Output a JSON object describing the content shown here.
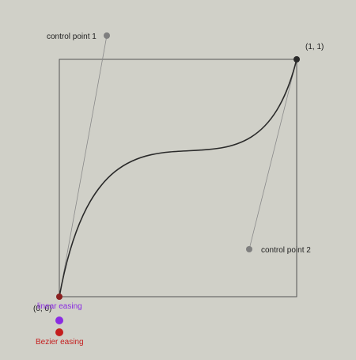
{
  "labels": {
    "control_point_1": "control point 1",
    "control_point_2": "control point 2",
    "origin": "(0, 0)",
    "end": "(1, 1)",
    "linear_easing": "linear easing",
    "bezier_easing": "Bezier easing"
  },
  "curve": {
    "start": [
      0,
      0
    ],
    "control_point_1": [
      0.2,
      1.1
    ],
    "control_point_2": [
      0.8,
      0.2
    ],
    "end": [
      1,
      1
    ]
  },
  "colors": {
    "background": "#d0d0c8",
    "frame": "#555555",
    "curve": "#2a2a2a",
    "control_point": "#7f7f7f",
    "control_line": "#8a8a8a",
    "end_point": "#2a2a2a",
    "linear_ball": "#8a2be2",
    "bezier_ball": "#c41e1e",
    "label_text": "#222222"
  }
}
